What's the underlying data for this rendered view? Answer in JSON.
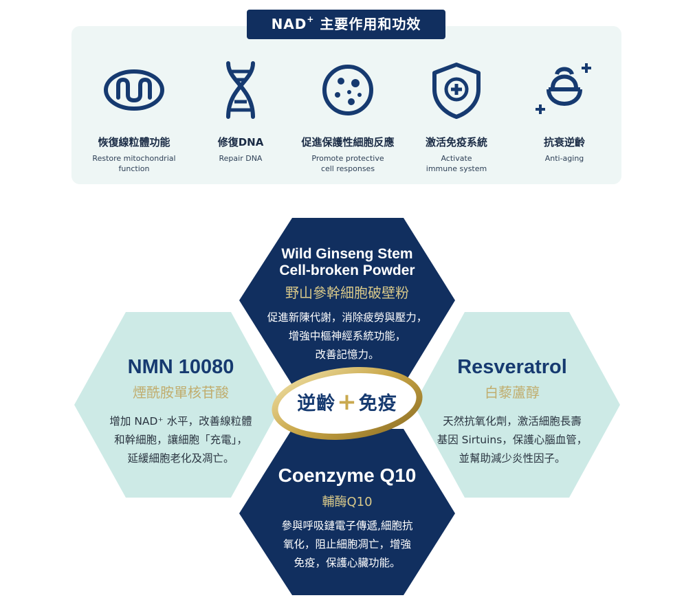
{
  "top_section": {
    "title": "NAD",
    "title_sup": "+",
    "title_suffix": " 主要作用和功效",
    "features": [
      {
        "icon": "mitochondria-icon",
        "zh": "恢復線粒體功能",
        "en": "Restore mitochondrial\nfunction"
      },
      {
        "icon": "dna-icon",
        "zh": "修復DNA",
        "en": "Repair DNA"
      },
      {
        "icon": "cell-icon",
        "zh": "促進保護性細胞反應",
        "en": "Promote protective\ncell responses"
      },
      {
        "icon": "shield-plus-icon",
        "zh": "激活免疫系統",
        "en": "Activate\nimmune system"
      },
      {
        "icon": "face-aging-icon",
        "zh": "抗衰逆齡",
        "en": "Anti-aging"
      }
    ]
  },
  "hexagons": {
    "top": {
      "en": "Wild Ginseng  Stem\nCell-broken Powder",
      "zh": "野山參幹細胞破壁粉",
      "body": [
        "促進新陳代謝，消除疲勞與壓力，",
        "增強中樞神經系統功能，",
        "改善記憶力。"
      ]
    },
    "left": {
      "en": "NMN 10080",
      "zh": "煙酰胺單核苷酸",
      "body": [
        "增加 NAD⁺ 水平，改善線粒體",
        "和幹細胞，讓細胞「充電」，",
        "延緩細胞老化及凋亡。"
      ]
    },
    "right": {
      "en": "Resveratrol",
      "zh": "白藜蘆醇",
      "body": [
        "天然抗氧化劑，激活細胞長壽",
        "基因 Sirtuins，保護心腦血管，",
        "並幫助減少炎性因子。"
      ]
    },
    "bottom": {
      "en": "Coenzyme Q10",
      "zh": "輔酶Q10",
      "body": [
        "參與呼吸鏈電子傳遞,細胞抗",
        "氧化，阻止細胞凋亡，增強",
        "免疫，保護心臟功能。"
      ]
    }
  },
  "center": {
    "left": "逆齡",
    "plus": "+",
    "right": "免疫"
  },
  "colors": {
    "navy": "#112f5f",
    "mint": "#cdeae6",
    "gold": "#c9a94f",
    "panel": "#eef6f5"
  }
}
